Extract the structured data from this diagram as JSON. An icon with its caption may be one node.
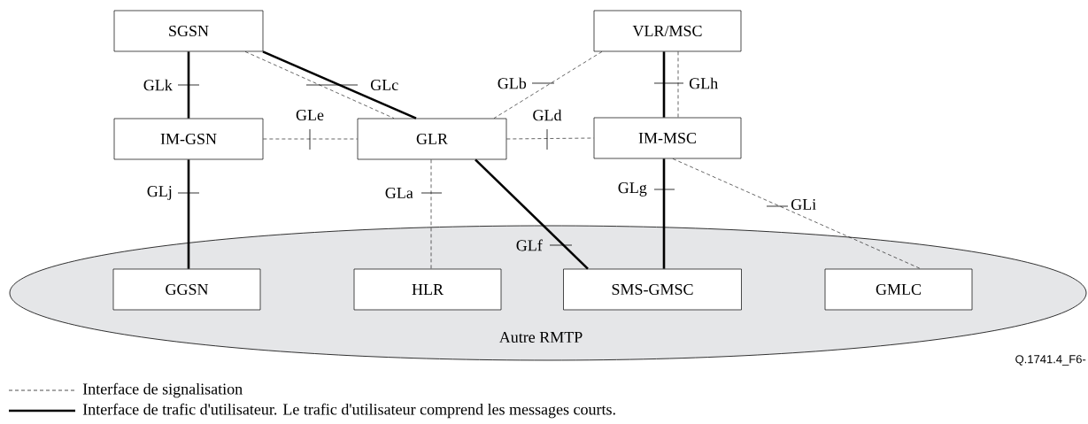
{
  "diagram": {
    "nodes": [
      {
        "text": [
          "SGSN"
        ]
      },
      {
        "text": [
          "VLR/MSC"
        ]
      },
      {
        "text": [
          "IM-GSN"
        ]
      },
      {
        "text": [
          "GLR"
        ]
      },
      {
        "text": [
          "IM-MSC"
        ]
      },
      {
        "text": [
          "Autre RMTP"
        ]
      },
      {
        "text": [
          "GGSN"
        ],
        "in": 5
      },
      {
        "text": [
          "HLR"
        ],
        "in": 5
      },
      {
        "text": [
          "SMS-GMSC"
        ],
        "in": 5
      },
      {
        "text": [
          "GMLC"
        ],
        "in": 5
      }
    ],
    "edges": [
      {
        "from": 0,
        "to": 2,
        "arrow": "none",
        "style": "thick",
        "label": "GLk"
      },
      {
        "from": 0,
        "to": 3,
        "arrow": "none",
        "style": "dashed"
      },
      {
        "from": 0,
        "to": 3,
        "arrow": "none",
        "style": "thick",
        "label": "GLc"
      },
      {
        "from": 1,
        "to": 3,
        "arrow": "none",
        "style": "dashed",
        "label": "GLb"
      },
      {
        "from": 1,
        "to": 4,
        "arrow": "none",
        "style": "thick"
      },
      {
        "from": 1,
        "to": 4,
        "arrow": "none",
        "style": "dashed",
        "label": "GLh"
      },
      {
        "from": 2,
        "to": 3,
        "arrow": "none",
        "style": "dashed",
        "label": "GLe"
      },
      {
        "from": 3,
        "to": 4,
        "arrow": "none",
        "style": "dashed",
        "label": "GLd"
      },
      {
        "from": 2,
        "to": 6,
        "arrow": "none",
        "style": "thick",
        "label": "GLj"
      },
      {
        "from": 3,
        "to": 7,
        "arrow": "none",
        "style": "dashed",
        "label": "GLa"
      },
      {
        "from": 3,
        "to": 8,
        "arrow": "none",
        "style": "thick",
        "label": "GLf"
      },
      {
        "from": 4,
        "to": 8,
        "arrow": "none",
        "style": "thick",
        "label": "GLg"
      },
      {
        "from": 4,
        "to": 9,
        "arrow": "none",
        "style": "dashed",
        "label": "GLi"
      }
    ],
    "labels": [
      "Q.1741.4_F6-"
    ],
    "legend": [
      {
        "text": "Interface de signalisation"
      },
      {
        "text": "Interface de trafic d'utilisateur. Le trafic d'utilisateur comprend les messages courts."
      }
    ]
  }
}
